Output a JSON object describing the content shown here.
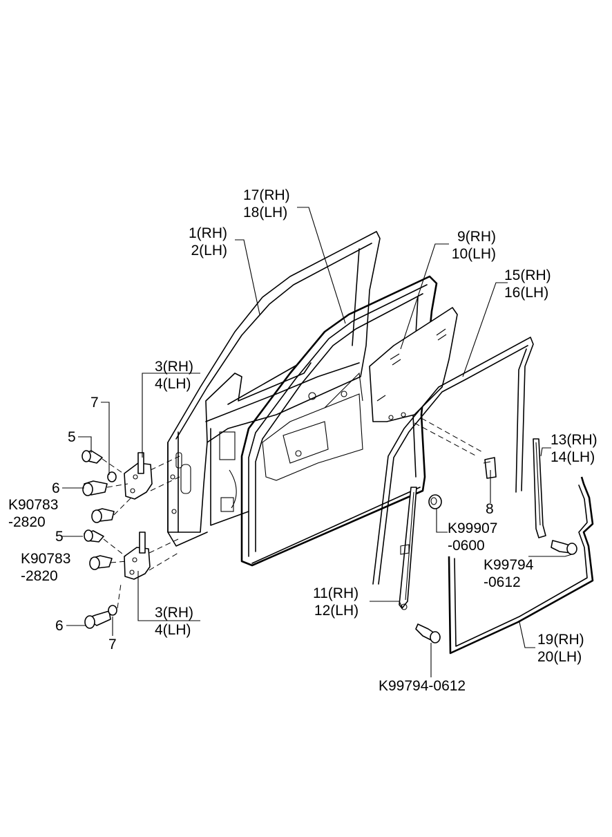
{
  "diagram": {
    "callouts": {
      "door_panel": [
        "1(RH)",
        "2(LH)"
      ],
      "door_weatherstrip": [
        "17(RH)",
        "18(LH)"
      ],
      "door_glass": [
        "9(RH)",
        "10(LH)"
      ],
      "glass_run": [
        "15(RH)",
        "16(LH)"
      ],
      "hinge_upper": [
        "3(RH)",
        "4(LH)"
      ],
      "hinge_lower": [
        "3(RH)",
        "4(LH)"
      ],
      "washer_upper": "7",
      "washer_lower": "7",
      "bolt_upper_5": "5",
      "bolt_lower_5": "5",
      "bolt_upper_6": "6",
      "bolt_lower_6": "6",
      "bolt_k90783_upper": [
        "K90783",
        "-2820"
      ],
      "bolt_k90783_lower": [
        "K90783",
        "-2820"
      ],
      "bracket_8": "8",
      "nut_k99907": [
        "K99907",
        "-0600"
      ],
      "rear_channel": [
        "13(RH)",
        "14(LH)"
      ],
      "bolt_k99794_right": [
        "K99794",
        "-0612"
      ],
      "front_channel": [
        "11(RH)",
        "12(LH)"
      ],
      "bolt_k99794_bottom": "K99794-0612",
      "lower_seal": [
        "19(RH)",
        "20(LH)"
      ]
    }
  }
}
